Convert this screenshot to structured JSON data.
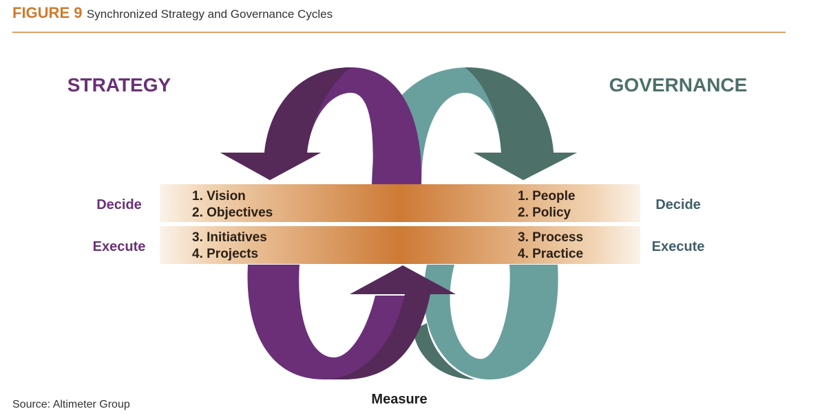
{
  "figure": {
    "label": "FIGURE 9",
    "title": "Synchronized Strategy and Governance Cycles"
  },
  "strategy": {
    "heading": "STRATEGY",
    "decide_label": "Decide",
    "execute_label": "Execute",
    "decide_items": [
      "1. Vision",
      "2. Objectives"
    ],
    "execute_items": [
      "3. Initiatives",
      "4. Projects"
    ],
    "color_light": "#6b2f78",
    "color_dark": "#552a59"
  },
  "governance": {
    "heading": "GOVERNANCE",
    "decide_label": "Decide",
    "execute_label": "Execute",
    "decide_items": [
      "1. People",
      "2. Policy"
    ],
    "execute_items": [
      "3. Process",
      "4. Practice"
    ],
    "color_light": "#69a09d",
    "color_dark": "#4d7069"
  },
  "band": {
    "color_center": "#cd7a35",
    "color_edge": "#fbf3ea"
  },
  "measure_label": "Measure",
  "source": "Source: Altimeter Group"
}
